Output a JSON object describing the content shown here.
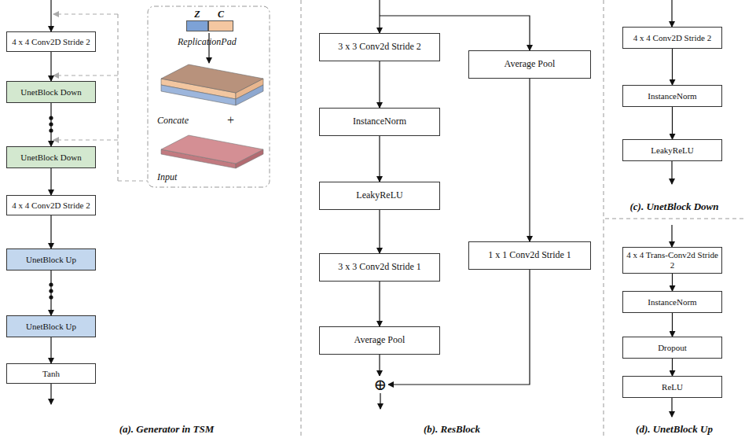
{
  "diagram": {
    "nodes": [
      {
        "text": [
          "4 x 4 Conv2D Stride 2"
        ]
      },
      {
        "text": [
          "UnetBlock Down"
        ]
      },
      {
        "text": [
          "UnetBlock Down"
        ]
      },
      {
        "text": [
          "4 x 4 Conv2D Stride 2"
        ]
      },
      {
        "text": [
          "UnetBlock Up"
        ]
      },
      {
        "text": [
          "UnetBlock Up"
        ]
      },
      {
        "text": [
          "Tanh"
        ]
      },
      {
        "text": [
          "Z"
        ]
      },
      {
        "text": [
          "C"
        ]
      },
      {
        "text": [
          "3 x 3 Conv2d Stride 2"
        ]
      },
      {
        "text": [
          "InstanceNorm"
        ]
      },
      {
        "text": [
          "LeakyReLU"
        ]
      },
      {
        "text": [
          "3 x 3 Conv2d Stride 1"
        ]
      },
      {
        "text": [
          "Average Pool"
        ]
      },
      {
        "text": [
          "Average Pool"
        ]
      },
      {
        "text": [
          "1 x 1 Conv2d Stride 1"
        ]
      },
      {
        "text": [
          "⊕"
        ]
      },
      {
        "text": [
          "4 x 4 Conv2D Stride 2"
        ]
      },
      {
        "text": [
          "InstanceNorm"
        ]
      },
      {
        "text": [
          "LeakyReLU"
        ]
      },
      {
        "text": [
          "4 x 4 Trans-Conv2d Stride 2"
        ]
      },
      {
        "text": [
          "InstanceNorm"
        ]
      },
      {
        "text": [
          "Dropout"
        ]
      },
      {
        "text": [
          "ReLU"
        ]
      }
    ],
    "edges": [
      {
        "from": 0,
        "to": 1,
        "arrow": "to"
      },
      {
        "from": 1,
        "to": 2,
        "arrow": "to"
      },
      {
        "from": 2,
        "to": 3,
        "arrow": "to"
      },
      {
        "from": 3,
        "to": 4,
        "arrow": "to"
      },
      {
        "from": 4,
        "to": 5,
        "arrow": "to"
      },
      {
        "from": 5,
        "to": 6,
        "arrow": "to"
      },
      {
        "from": 9,
        "to": 10,
        "arrow": "to"
      },
      {
        "from": 10,
        "to": 11,
        "arrow": "to"
      },
      {
        "from": 11,
        "to": 12,
        "arrow": "to"
      },
      {
        "from": 12,
        "to": 13,
        "arrow": "to"
      },
      {
        "from": 13,
        "to": 16,
        "arrow": "to"
      },
      {
        "from": 14,
        "to": 15,
        "arrow": "to"
      },
      {
        "from": 15,
        "to": 16,
        "arrow": "to"
      },
      {
        "from": 17,
        "to": 18,
        "arrow": "to"
      },
      {
        "from": 18,
        "to": 19,
        "arrow": "to"
      },
      {
        "from": 20,
        "to": 21,
        "arrow": "to"
      },
      {
        "from": 21,
        "to": 22,
        "arrow": "to"
      },
      {
        "from": 22,
        "to": 23,
        "arrow": "to"
      }
    ],
    "labels": [
      "(a). Generator in TSM",
      "(b). ResBlock",
      "(c). UnetBlock Down",
      "(d). UnetBlock Up",
      "ReplicationPad",
      "Concate",
      "+",
      "Input"
    ]
  }
}
